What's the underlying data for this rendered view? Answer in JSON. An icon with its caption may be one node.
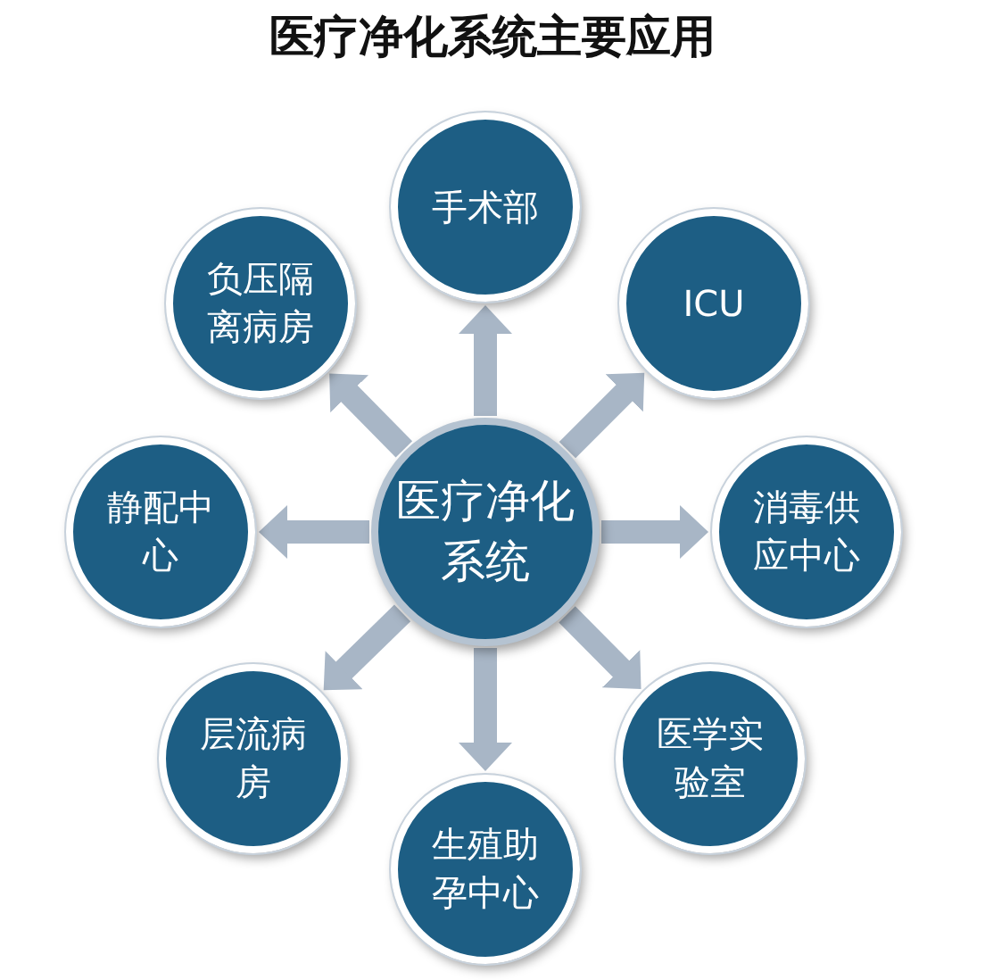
{
  "diagram": {
    "title": "医疗净化系统主要应用",
    "nodes": [
      {
        "text": [
          "医疗净化系统"
        ]
      },
      {
        "text": [
          "手术部"
        ]
      },
      {
        "text": [
          "ICU"
        ]
      },
      {
        "text": [
          "消毒供应中心"
        ]
      },
      {
        "text": [
          "医学实验室"
        ]
      },
      {
        "text": [
          "生殖助孕中心"
        ]
      },
      {
        "text": [
          "层流病房"
        ]
      },
      {
        "text": [
          "静配中心"
        ]
      },
      {
        "text": [
          "负压隔离病房"
        ]
      }
    ],
    "edges": [
      {
        "from": 0,
        "to": 1,
        "arrow": "to"
      },
      {
        "from": 0,
        "to": 2,
        "arrow": "to"
      },
      {
        "from": 0,
        "to": 3,
        "arrow": "to"
      },
      {
        "from": 0,
        "to": 4,
        "arrow": "to"
      },
      {
        "from": 0,
        "to": 5,
        "arrow": "to"
      },
      {
        "from": 0,
        "to": 6,
        "arrow": "to"
      },
      {
        "from": 0,
        "to": 7,
        "arrow": "to"
      },
      {
        "from": 0,
        "to": 8,
        "arrow": "to"
      }
    ]
  }
}
